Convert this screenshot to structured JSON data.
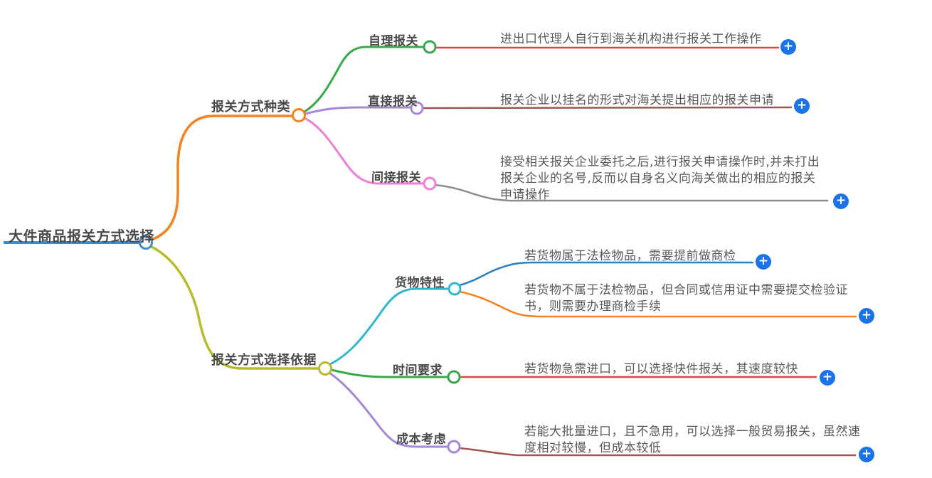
{
  "root": {
    "label": "大件商品报关方式选择",
    "color": "#3f8ccb"
  },
  "branches": [
    {
      "label": "报关方式种类",
      "color": "#f5821f",
      "children": [
        {
          "label": "自理报关",
          "color": "#36a94b",
          "desc": "进出口代理人自行到海关机构进行报关工作操作",
          "desc_color": "#e54444"
        },
        {
          "label": "直接报关",
          "color": "#a687d6",
          "desc": "报关企业以挂名的形式对海关提出相应的报关申请",
          "desc_color": "#a0554e"
        },
        {
          "label": "间接报关",
          "color": "#ee7fd4",
          "desc": "接受相关报关企业委托之后,进行报关申请操作时,并未打出报关企业的名号,反而以自身名义向海关做出的相应的报关申请操作",
          "desc_color": "#8c8c8c"
        }
      ]
    },
    {
      "label": "报关方式选择依据",
      "color": "#b5bd2b",
      "children": [
        {
          "label": "货物特性",
          "color": "#30b7cd",
          "descs": [
            {
              "text": "若货物属于法检物品，需要提前做商检",
              "color": "#2e7fc0"
            },
            {
              "text": "若货物不属于法检物品，但合同或信用证中需要提交检验证书，则需要办理商检手续",
              "color": "#f5821f"
            }
          ]
        },
        {
          "label": "时间要求",
          "color": "#36a94b",
          "desc": "若货物急需进口，可以选择快件报关，其速度较快",
          "desc_color": "#e54444"
        },
        {
          "label": "成本考虑",
          "color": "#a687d6",
          "desc": "若能大批量进口，且不急用，可以选择一般贸易报关，虽然速度相对较慢，但成本较低",
          "desc_color": "#a0554e"
        }
      ]
    }
  ],
  "icons": {
    "add": "+"
  }
}
